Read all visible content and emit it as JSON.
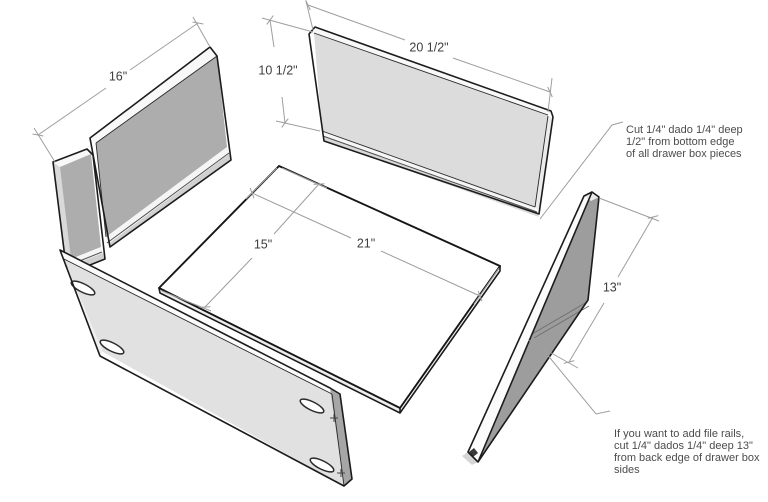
{
  "diagram": {
    "dimensions": {
      "side_length": "16\"",
      "back_height": "10 1/2\"",
      "back_length": "20 1/2\"",
      "bottom_width": "15\"",
      "bottom_length": "21\"",
      "rail_dado_offset": "13\""
    },
    "annotations": {
      "dado_note": {
        "lines": [
          "Cut 1/4\" dado 1/4\" deep",
          "1/2\" from bottom edge",
          "of all drawer box pieces"
        ]
      },
      "file_rail_note": {
        "lines": [
          "If you want to add file rails,",
          "cut 1/4\" dados 1/4\" deep 13\"",
          "from back edge of drawer box",
          "sides"
        ]
      }
    },
    "colors": {
      "background": "#ffffff",
      "outline": "#1c1c1c",
      "dimension_lines": "#9e9e9e",
      "dimension_text": "#3e3e3e",
      "annotation_text": "#4c4c4c",
      "back_panel_face": "#dcdcdc",
      "side_panel_face": "#adadad",
      "right_panel_face": "#9d9d9d",
      "front_panel_face": "#e1e1e1",
      "bottom_panel_face": "#ffffff"
    }
  }
}
